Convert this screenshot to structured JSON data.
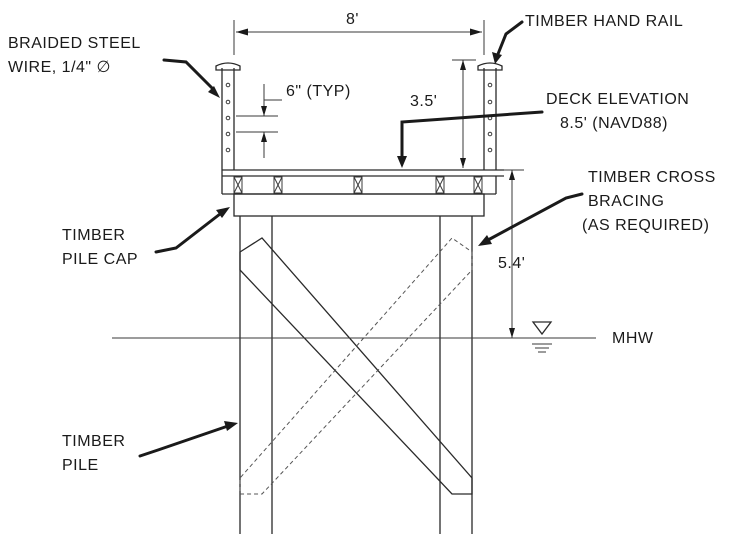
{
  "labels": {
    "width_dim": "8'",
    "hand_rail": "TIMBER HAND RAIL",
    "wire_line1": "BRAIDED STEEL",
    "wire_line2": "WIRE, 1/4\" ∅",
    "spacing": "6\" (TYP)",
    "rail_height": "3.5'",
    "deck_line1": "DECK ELEVATION",
    "deck_line2": "8.5' (NAVD88)",
    "bracing_line1": "TIMBER CROSS",
    "bracing_line2": "BRACING",
    "bracing_line3": "(AS REQUIRED)",
    "pile_cap_line1": "TIMBER",
    "pile_cap_line2": "PILE CAP",
    "deck_height": "5.4'",
    "mhw": "MHW",
    "pile_line1": "TIMBER",
    "pile_line2": "PILE"
  },
  "colors": {
    "ink": "#1a1a1a",
    "background": "#ffffff"
  }
}
